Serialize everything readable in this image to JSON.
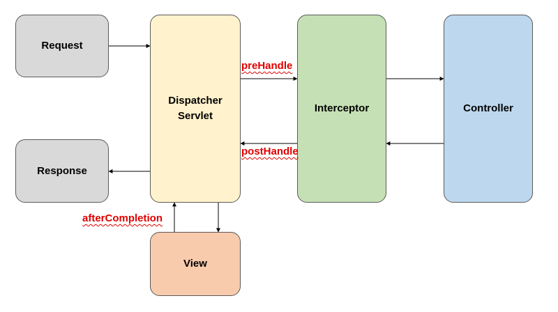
{
  "nodes": {
    "request": "Request",
    "response": "Response",
    "dispatcher": "Dispatcher\nServlet",
    "interceptor": "Interceptor",
    "controller": "Controller",
    "view": "View"
  },
  "edge_labels": {
    "pre_handle": "preHandle",
    "post_handle": "postHandle",
    "after_completion": "afterCompletion"
  },
  "colors": {
    "request_fill": "#d9d9d9",
    "dispatcher_fill": "#fff2cc",
    "interceptor_fill": "#c5e0b4",
    "controller_fill": "#bdd7ee",
    "view_fill": "#f8cbad",
    "label_red": "#e00000"
  }
}
